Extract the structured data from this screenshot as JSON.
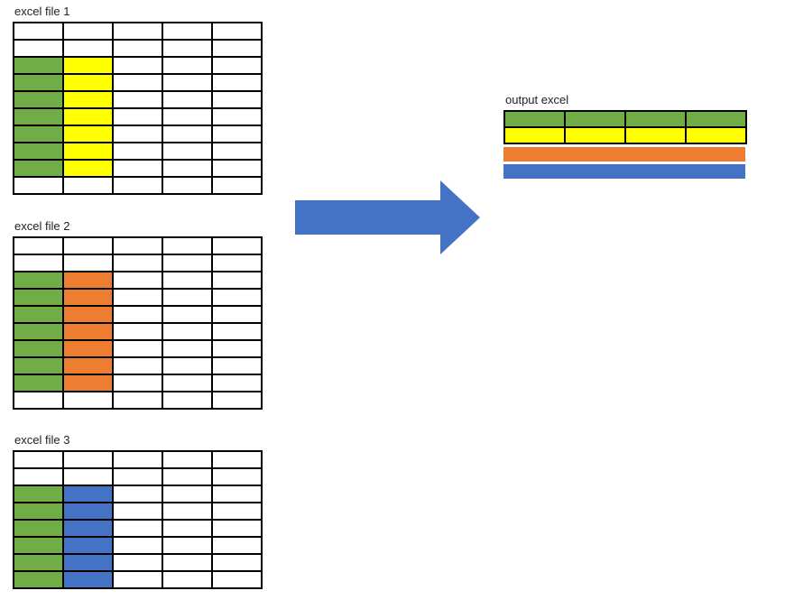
{
  "colors": {
    "green": "#70ad47",
    "yellow": "#ffff00",
    "orange": "#ed7d31",
    "blue": "#4472c4",
    "grid_border": "#000000"
  },
  "source_tables": [
    {
      "label": "excel file 1",
      "columns": 5,
      "rows": 10,
      "highlight_row_start": 2,
      "highlight_row_end": 8,
      "highlight_colors": [
        "green",
        "yellow"
      ]
    },
    {
      "label": "excel file 2",
      "columns": 5,
      "rows": 10,
      "highlight_row_start": 2,
      "highlight_row_end": 8,
      "highlight_colors": [
        "green",
        "orange"
      ]
    },
    {
      "label": "excel file 3",
      "columns": 5,
      "rows": 8,
      "highlight_row_start": 2,
      "highlight_row_end": 7,
      "highlight_colors": [
        "green",
        "blue"
      ]
    }
  ],
  "arrow": {
    "icon": "right-arrow-icon",
    "color": "#4472c4"
  },
  "output_table": {
    "label": "output excel",
    "grid_rows": [
      {
        "color": "green",
        "cells": 4
      },
      {
        "color": "yellow",
        "cells": 4
      }
    ],
    "bars": [
      {
        "color": "orange"
      },
      {
        "color": "blue"
      }
    ]
  }
}
